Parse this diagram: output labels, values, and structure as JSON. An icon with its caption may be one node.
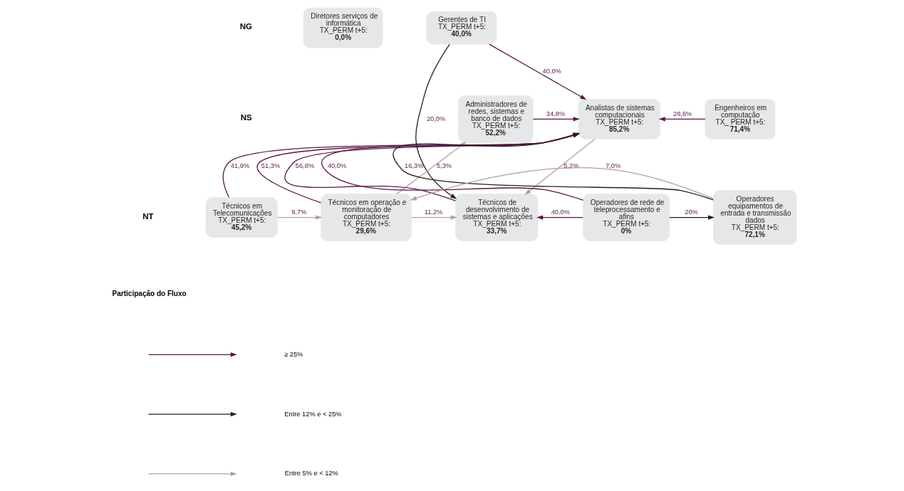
{
  "diagram": {
    "nodes": [
      {
        "text": [
          "Diretores serviços de informática",
          "TX_PERM t+5:",
          "0,0%"
        ]
      },
      {
        "text": [
          "Gerentes de TI",
          "TX_PERM t+5:",
          "40,0%"
        ]
      },
      {
        "text": [
          "Administradores de redes, sistemas e banco de dados",
          "TX_PERM t+5:",
          "52,2%"
        ]
      },
      {
        "text": [
          "Analistas de sistemas computacionais",
          "TX_PERM t+5:",
          "85,2%"
        ]
      },
      {
        "text": [
          "Engenheiros em computação",
          "TX_ PERM t+5:",
          "71,4%"
        ]
      },
      {
        "text": [
          "Técnicos em Telecomunicações",
          "TX_PERM t+5:",
          "45,2%"
        ]
      },
      {
        "text": [
          "Técnicos em operação e monitoração de computadores",
          "TX_PERM t+5:",
          "29,6%"
        ]
      },
      {
        "text": [
          "Técnicos de desenvolvimento de sistemas e aplicações",
          "TX_PERM t+5:",
          "33,7%"
        ]
      },
      {
        "text": [
          "Operadores de rede de teleprocessamento e afins",
          "TX_PERM t+5:",
          "0%"
        ]
      },
      {
        "text": [
          "Operadores equipamentos de entrada e transmissão dados",
          "TX_PERM t+5:",
          "72,1%"
        ]
      }
    ],
    "edges": [
      {
        "from": 1,
        "to": 3,
        "arrow": "to",
        "label": "40,0%"
      },
      {
        "from": 1,
        "to": 7,
        "arrow": "to",
        "label": "20,0%",
        "color": "#231f20"
      },
      {
        "from": 2,
        "to": 3,
        "arrow": "to",
        "label": "34,8%"
      },
      {
        "from": 4,
        "to": 3,
        "arrow": "to",
        "label": "28,6%"
      },
      {
        "from": 5,
        "to": 3,
        "arrow": "to",
        "label": "41,9%"
      },
      {
        "from": 6,
        "to": 3,
        "arrow": "to",
        "label": "51,3%"
      },
      {
        "from": 3,
        "to": 7,
        "arrow": "to",
        "label": "5,2%",
        "color": "#b89aab"
      },
      {
        "from": 7,
        "to": 3,
        "arrow": "to",
        "label": "56,8%"
      },
      {
        "from": 8,
        "to": 3,
        "arrow": "to",
        "label": "40,0%"
      },
      {
        "from": 9,
        "to": 3,
        "arrow": "to",
        "label": "16,3%",
        "color": "#231f20"
      },
      {
        "from": 5,
        "to": 6,
        "arrow": "to",
        "label": "9,7%",
        "color": "#b89aab"
      },
      {
        "from": 6,
        "to": 2,
        "arrow": "to",
        "label": "5,3%",
        "color": "#b89aab"
      },
      {
        "from": 6,
        "to": 7,
        "arrow": "to",
        "label": "11,2%",
        "color": "#b89aab"
      },
      {
        "from": 8,
        "to": 7,
        "arrow": "to",
        "label": "40,0%"
      },
      {
        "from": 8,
        "to": 9,
        "arrow": "to",
        "label": "20%",
        "color": "#231f20"
      },
      {
        "from": 9,
        "to": 6,
        "arrow": "to",
        "label": "7,0%",
        "color": "#b89aab"
      }
    ],
    "labels": [
      "NG",
      "NS",
      "NT",
      "Participação do Fluxo"
    ],
    "legend": [
      {
        "text": "≥ 25%"
      },
      {
        "text": "Entre 12% e < 25%"
      },
      {
        "text": "Entre 5% e < 12%"
      }
    ]
  }
}
